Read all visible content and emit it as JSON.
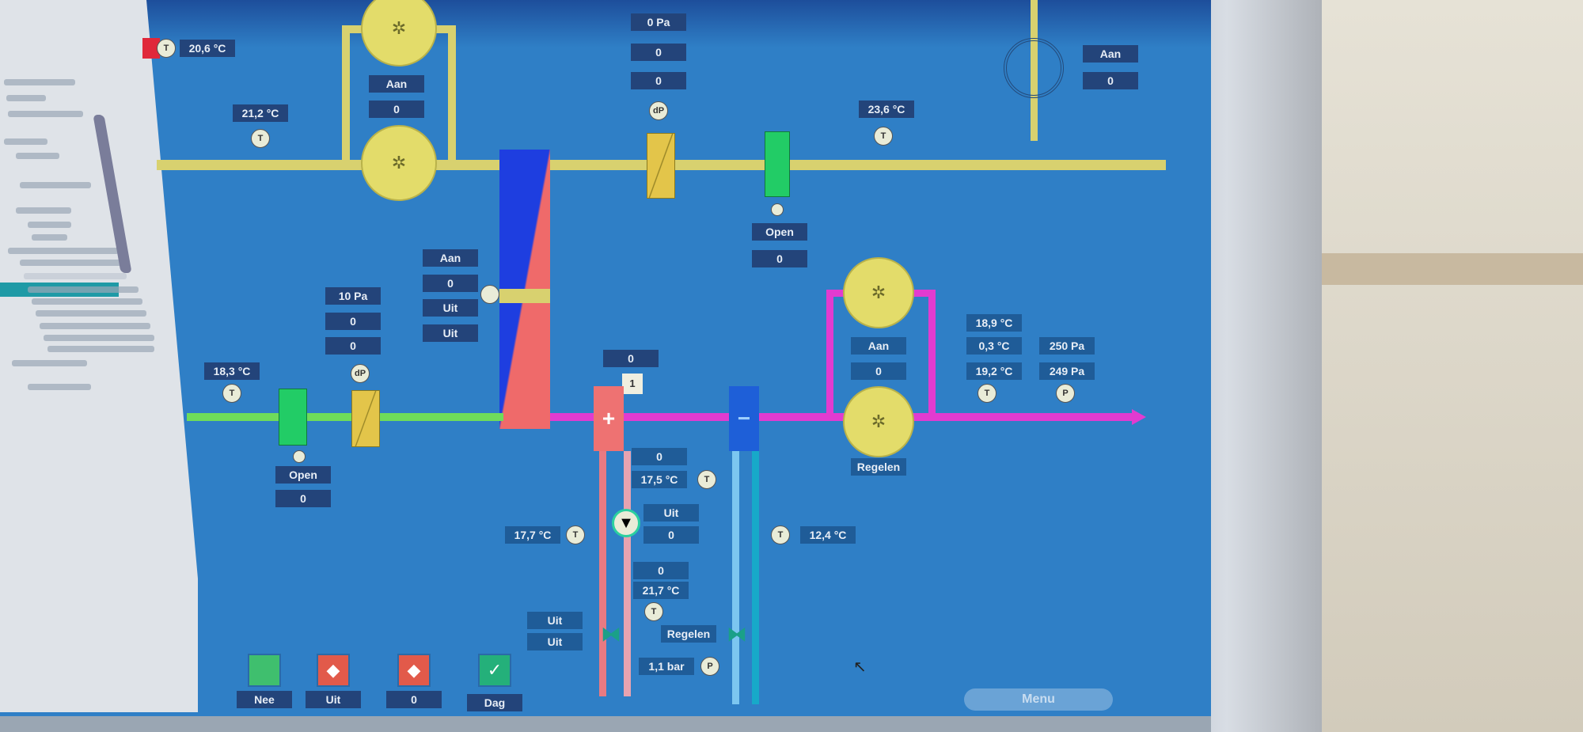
{
  "top_left": {
    "outdoor_temp": "20,6 °C"
  },
  "exhaust": {
    "extract_temp": "21,2 °C",
    "fan": {
      "status": "Aan",
      "value": "0"
    },
    "damper": {
      "pressure": "0 Pa",
      "value1": "0",
      "value2": "0"
    },
    "filter": {
      "status": "Open",
      "value": "0"
    },
    "return_temp": "23,6 °C",
    "roof_fan": {
      "status": "Aan",
      "value": "0"
    }
  },
  "supply": {
    "outside_temp": "18,3 °C",
    "filter": {
      "status": "Open",
      "value": "0"
    },
    "damper": {
      "pressure": "10 Pa",
      "value1": "0",
      "value2": "0"
    },
    "heat_wheel": {
      "status": "Aan",
      "value": "0",
      "mode1": "Uit",
      "mode2": "Uit"
    },
    "heater_setpoint": "0",
    "heater_stage": "1",
    "fan": {
      "status": "Aan",
      "value": "0",
      "mode": "Regelen"
    },
    "temps": [
      "18,9 °C",
      "0,3 °C",
      "19,2 °C"
    ],
    "pressures": [
      "250 Pa",
      "249 Pa"
    ]
  },
  "heating_circuit": {
    "valve_out": "0",
    "return_temp": "17,5 °C",
    "pump": {
      "status": "Uit",
      "value": "0"
    },
    "left_temp": "17,7 °C",
    "flow_value": "0",
    "flow_temp": "21,7 °C",
    "valve_modes": [
      "Uit",
      "Uit"
    ],
    "pressure": "1,1 bar"
  },
  "cooling_circuit": {
    "valve_mode": "Regelen",
    "temp": "12,4 °C"
  },
  "bottom_buttons": [
    {
      "label": "Nee",
      "color": "#3fbf6e",
      "icon": "square"
    },
    {
      "label": "Uit",
      "color": "#e25a4a",
      "icon": "alarm"
    },
    {
      "label": "0",
      "color": "#e25a4a",
      "icon": "alarm-count"
    },
    {
      "label": "Dag",
      "color": "#24b07a",
      "icon": "check"
    }
  ],
  "menu_label": "Menu",
  "colors": {
    "background": "#2f7fc6",
    "exhaust_duct": "#d8d16f",
    "supply_in": "#6fdc5a",
    "supply_out": "#e23bd0",
    "heater": "#ee7272",
    "cooler": "#1e5fd8"
  }
}
